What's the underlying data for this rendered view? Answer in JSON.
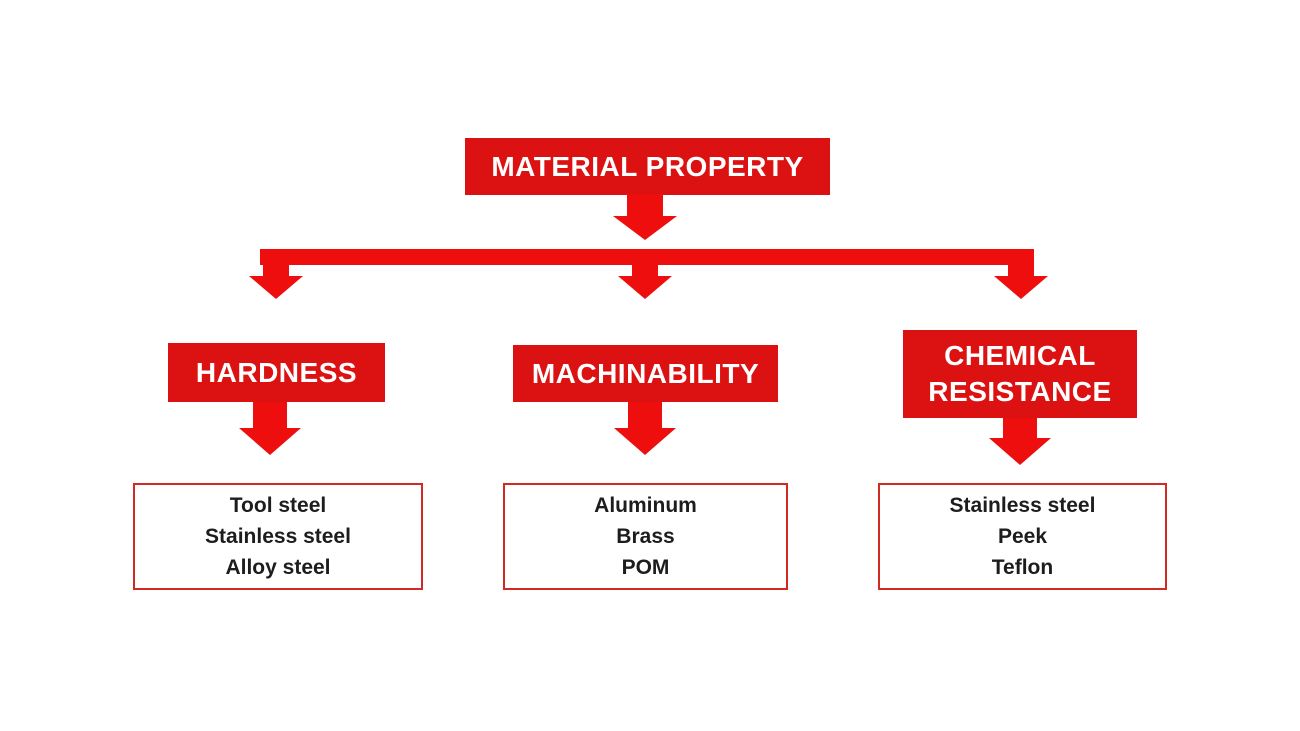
{
  "colors": {
    "box_red": "#DC1212",
    "arrow_red": "#EE0E0E",
    "border_red": "#D02A22",
    "item_text": "#1D1D1D",
    "label_text": "#FFFFFF",
    "bg": "#FFFFFF"
  },
  "root": {
    "label": "MATERIAL PROPERTY"
  },
  "branches": [
    {
      "label": "HARDNESS",
      "items": [
        "Tool steel",
        "Stainless steel",
        "Alloy steel"
      ]
    },
    {
      "label": "MACHINABILITY",
      "items": [
        "Aluminum",
        "Brass",
        "POM"
      ]
    },
    {
      "label": "CHEMICAL RESISTANCE",
      "items": [
        "Stainless steel",
        "Peek",
        "Teflon"
      ]
    }
  ]
}
